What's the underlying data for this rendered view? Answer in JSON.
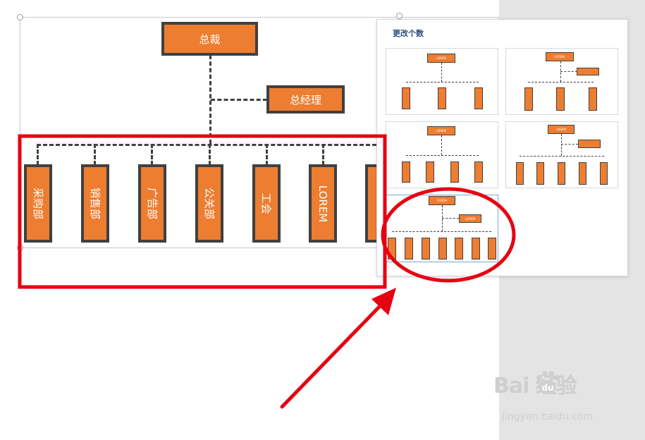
{
  "org_chart": {
    "top_label": "总裁",
    "assistant_label": "总经理",
    "departments": [
      "采购部",
      "销售部",
      "广告部",
      "公关部",
      "工会",
      "LOREM"
    ]
  },
  "layout_panel": {
    "title": "更改个数",
    "thumb_label": "LOREM"
  },
  "watermark": {
    "brand": "Bai  经验",
    "url": "jingyan.baidu.com"
  },
  "colors": {
    "node_fill": "#ed7d31",
    "node_border": "#404040",
    "annotation_red": "#e60012"
  }
}
